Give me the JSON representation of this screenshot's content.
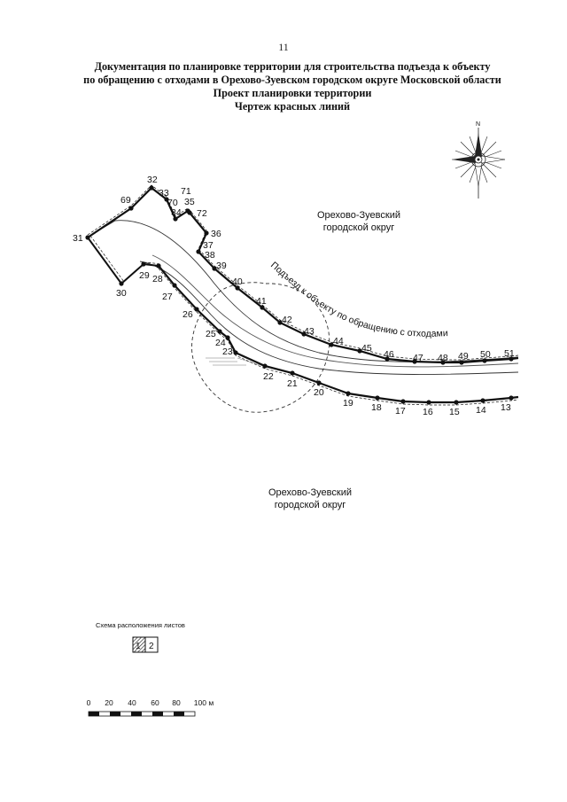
{
  "page_number": "11",
  "title_lines": [
    "Документация по планировке территории для строительства подъезда к объекту",
    "по обращению с отходами в Орехово-Зуевском городском округе Московской области",
    "Проект планировки территории",
    "Чертеж красных линий"
  ],
  "compass": {
    "north": "N"
  },
  "area_labels": {
    "top": [
      "Орехово-Зуевский",
      "городской округ"
    ],
    "bottom": [
      "Орехово-Зуевский",
      "городской округ"
    ]
  },
  "road_label": "Подъезд к объекту по обращению с отходами",
  "upper_line_points": [
    "31",
    "69",
    "32",
    "33",
    "70",
    "34",
    "71",
    "35",
    "72",
    "36",
    "37",
    "38",
    "39",
    "40",
    "41",
    "42",
    "43",
    "44",
    "45",
    "46",
    "47",
    "48",
    "49",
    "50",
    "51"
  ],
  "lower_line_points": [
    "30",
    "29",
    "28",
    "27",
    "26",
    "25",
    "24",
    "23",
    "22",
    "21",
    "20",
    "19",
    "18",
    "17",
    "16",
    "15",
    "14",
    "13"
  ],
  "sheet_scheme": {
    "label": "Схема расположения листов",
    "sheets": [
      "1",
      "2"
    ]
  },
  "scale_bar": {
    "ticks": [
      "0",
      "20",
      "40",
      "60",
      "80",
      "100 м"
    ]
  }
}
